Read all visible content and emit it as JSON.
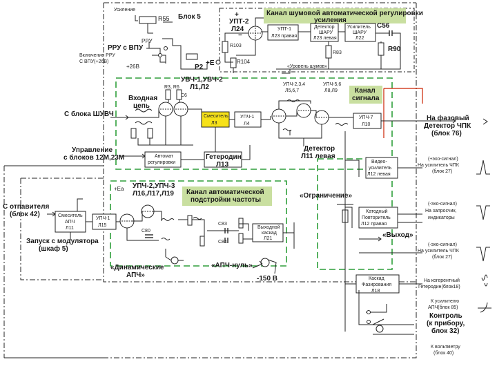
{
  "colors": {
    "green_dashed": "#2e9e3a",
    "black_dashed": "#222222",
    "red_line": "#cc2200",
    "channel_box": "#c9dfa0",
    "mixer_box": "#f7e21a",
    "background": "#ffffff"
  },
  "labels": {
    "gain": "Усиление",
    "r55": "R55",
    "block5": "Блок 5",
    "rru": "РРУ",
    "rru_vpu": "РРУ с ВПУ",
    "rru_on": "Включение РРУ\nс ВПУ(+26В)",
    "p26": "+26В",
    "upt2": "УПТ-2\nЛ24",
    "r103": "R103",
    "r104": "R104",
    "e_plus": "+E",
    "p2": "P2",
    "noise_agc_title": "Канал шумовой автоматической регулировки усиления",
    "upt1_l23": "УПТ-1\nЛ23 правая",
    "det_sharu": "Детектор\nШАРУ\nЛ23 левая",
    "amp_sharu": "Усилитель\nШАРУ\nЛ22",
    "c56": "С56",
    "r90": "R90",
    "r83": "R83",
    "noise_out": "«Уровень шумов»",
    "uvch_title": "УВЧ-1,УВЧ-2\nЛ1,Л2",
    "r3r6": "R3, R6",
    "c6": "С6",
    "input_circ": "Входная\nцепь",
    "from_shuvch": "С блока ШУВЧ",
    "mixer": "Смеситель\nЛ3",
    "upch1_l4": "УПЧ-1\nЛ4",
    "upch234": "УПЧ-2,3,4\nЛ5,6,7",
    "upch568": "УПЧ-5,6\nЛ8,Л9",
    "signal_channel": "Канал\nсигнала",
    "upch7": "УПЧ-7\nЛ10",
    "phase_det": "На фазовый\nДетектор ЧПК\n(блок 76)",
    "control": "Управление\nс блоков 12М,23М",
    "auto_ctrl": "Автомат\nрегулировки",
    "heterodyne": "Гетеродин\nЛ13",
    "detector_l11": "Детектор\nЛ11 левая",
    "video_amp": "Видео-\nусилитель\nЛ12 левая",
    "echo_to_chpk1": "(+эхо-сигнал)\nНа усилитель ЧПК\n(блок 27)",
    "upch_title": "УПЧ-2,УПЧ-3\nЛ16,Л17,Л19",
    "ea": "+Еа",
    "afc_title": "Канал автоматической\nподстройки частоты",
    "limiting": "«Ограничение»",
    "from_exciter": "С отпавителя\n(блок 42)",
    "apch_mixer": "Смеситель\nАПЧ\nЛ11",
    "upch1_l15": "УПЧ-1\nЛ15",
    "c80": "С80",
    "c83": "С83",
    "c84": "С84",
    "output_cascade": "Выходной\nкаскад\nЛ21",
    "cathode_follower": "Катодный\nПовторитель\nЛ12 правая",
    "echo_request": "(-эхо-сигнал)\nНа запросчик,\nиндикаторы",
    "output": "«Выход»",
    "echo_to_chpk2": "(-эхо-сигнал)\nНа усилитель ЧПК\n(блок 27)",
    "modulator": "Запуск с модулятора\n(шкаф 5)",
    "dynamic": "«Динамические\nАПЧ»",
    "apch_zero": "«АПЧ-нуль»",
    "minus150": "-150 В",
    "coherent_het": "На когерентный\nГетеродин(блок18)",
    "phasing_cascade": "Каскад\nФазирования\nЛ18",
    "to_apch_amp": "К усилителю\nАПЧ(блок 85)",
    "control_instr": "Контроль\n(к прибору,\nблок 32)",
    "voltmeter": "К вольтметру\n(блок 40)"
  }
}
